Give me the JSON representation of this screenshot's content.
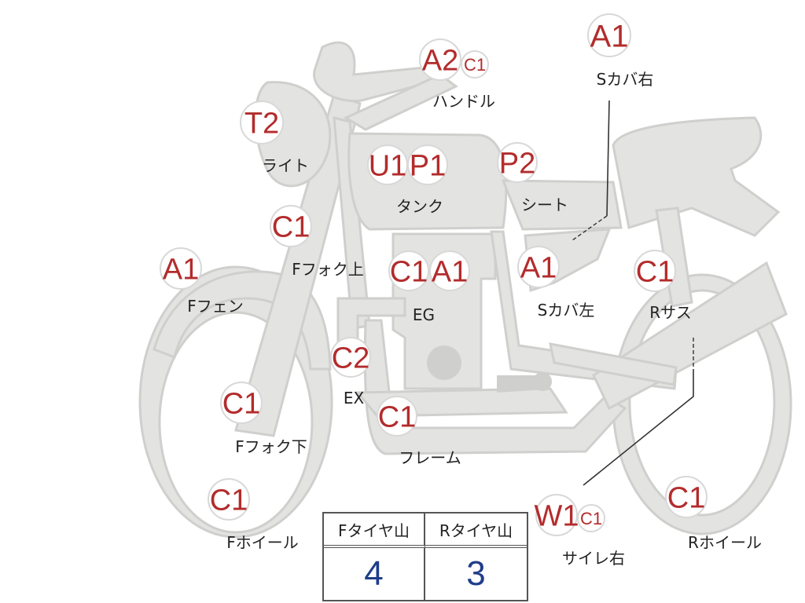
{
  "labels": {
    "s_cover_right": "Sカバ右",
    "handle": "ハンドル",
    "light": "ライト",
    "tank": "タンク",
    "seat": "シート",
    "f_fork_upper": "Fフォク上",
    "f_fender": "Fフェン",
    "eg": "EG",
    "s_cover_left": "Sカバ左",
    "r_sus": "Rサス",
    "ex": "EX",
    "f_fork_lower": "Fフォク下",
    "frame": "フレーム",
    "f_wheel": "Fホイール",
    "silencer_right": "サイレ右",
    "r_wheel": "Rホイール"
  },
  "badges": {
    "s_cover_right": "A1",
    "handle_main": "A2",
    "handle_sub": "C1",
    "light": "T2",
    "tank_u": "U1",
    "tank_p": "P1",
    "seat": "P2",
    "f_fork_upper": "C1",
    "f_fender": "A1",
    "eg_c": "C1",
    "eg_a": "A1",
    "s_cover_left": "A1",
    "r_sus": "C1",
    "ex": "C2",
    "f_fork_lower": "C1",
    "frame": "C1",
    "f_wheel": "C1",
    "silencer_main": "W1",
    "silencer_sub": "C1",
    "r_wheel": "C1"
  },
  "tire_table": {
    "front_header": "Fタイヤ山",
    "rear_header": "Rタイヤ山",
    "front_value": "4",
    "rear_value": "3"
  },
  "colors": {
    "part_fill": "#e3e3e1",
    "badge_text": "#b32c2c",
    "table_value": "#1f3d8a"
  }
}
